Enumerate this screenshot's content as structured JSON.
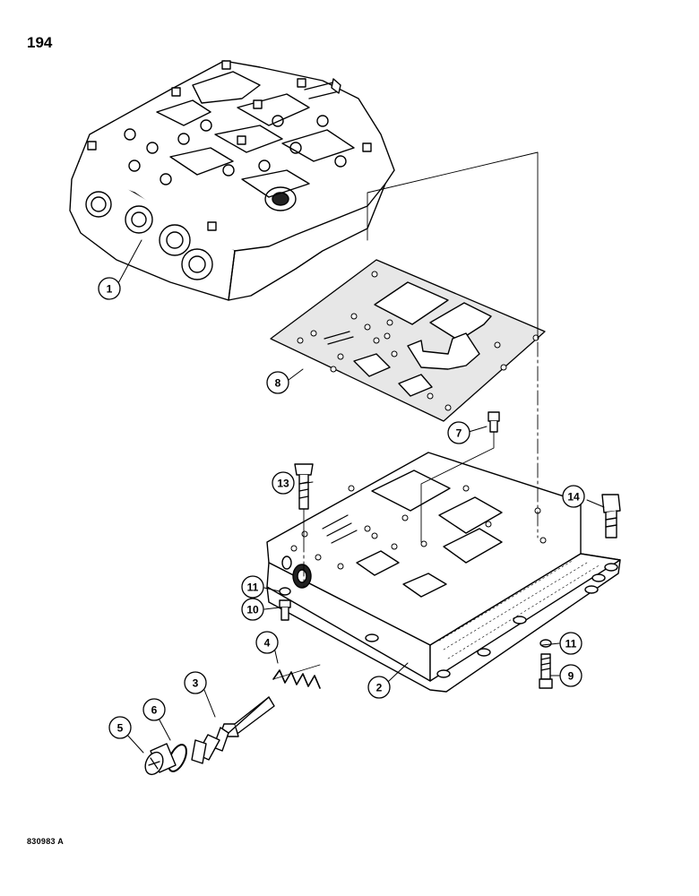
{
  "page": {
    "number": "194",
    "drawing_code": "830983 A"
  },
  "callouts": [
    {
      "id": "c1",
      "label": "1",
      "part": "control-valve-assembly"
    },
    {
      "id": "c2",
      "label": "2",
      "part": "valve-mounting-plate"
    },
    {
      "id": "c3",
      "label": "3",
      "part": "relief-valve-spool"
    },
    {
      "id": "c4",
      "label": "4",
      "part": "spring"
    },
    {
      "id": "c5",
      "label": "5",
      "part": "plug"
    },
    {
      "id": "c6",
      "label": "6",
      "part": "o-ring"
    },
    {
      "id": "c7",
      "label": "7",
      "part": "socket-head-cap-screw"
    },
    {
      "id": "c8",
      "label": "8",
      "part": "gasket"
    },
    {
      "id": "c9",
      "label": "9",
      "part": "cap-screw"
    },
    {
      "id": "c10",
      "label": "10",
      "part": "cap-screw"
    },
    {
      "id": "c11a",
      "label": "11",
      "part": "washer"
    },
    {
      "id": "c11b",
      "label": "11",
      "part": "washer"
    },
    {
      "id": "c13",
      "label": "13",
      "part": "cap-screw"
    },
    {
      "id": "c14",
      "label": "14",
      "part": "socket-head-cap-screw"
    }
  ]
}
